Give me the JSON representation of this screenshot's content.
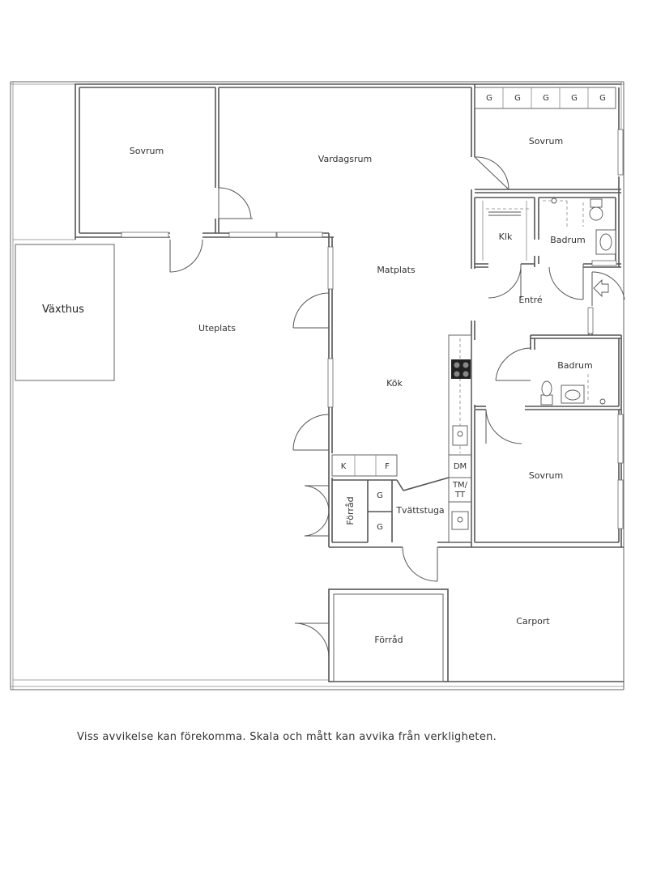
{
  "rooms": {
    "sovrum_1": "Sovrum",
    "vardagsrum": "Vardagsrum",
    "sovrum_2": "Sovrum",
    "klk": "Klk",
    "badrum_1": "Badrum",
    "matplats": "Matplats",
    "entre": "Entré",
    "vaxthus": "Växthus",
    "uteplats": "Uteplats",
    "badrum_2": "Badrum",
    "kok": "Kök",
    "sovrum_3": "Sovrum",
    "forrad_1": "Förråd",
    "tvattstuga": "Tvättstuga",
    "forrad_2": "Förråd",
    "carport": "Carport"
  },
  "fixtures": {
    "k": "K",
    "f": "F",
    "dm": "DM",
    "tm": "TM/",
    "tt": "TT",
    "g1": "G",
    "g2": "G",
    "wardrobe_g": "G"
  },
  "disclaimer": "Viss avvikelse kan förekomma. Skala och mått kan avvika från verkligheten."
}
